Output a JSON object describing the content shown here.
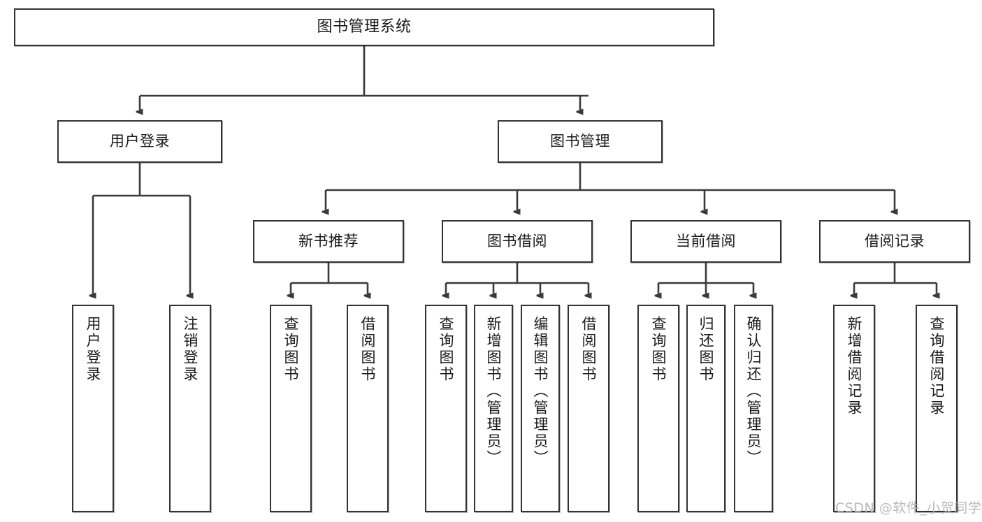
{
  "diagram": {
    "title": "图书管理系统",
    "type": "tree-hierarchy-chart",
    "root": {
      "label": "图书管理系统"
    },
    "level1": [
      {
        "label": "用户登录"
      },
      {
        "label": "图书管理"
      }
    ],
    "level2": [
      {
        "label": "新书推荐"
      },
      {
        "label": "图书借阅"
      },
      {
        "label": "当前借阅"
      },
      {
        "label": "借阅记录"
      }
    ],
    "leaves": {
      "user_login": [
        {
          "label": "用户登录"
        },
        {
          "label": "注销登录"
        }
      ],
      "new_book_recommend": [
        {
          "label": "查询图书"
        },
        {
          "label": "借阅图书"
        }
      ],
      "book_borrow": [
        {
          "label": "查询图书"
        },
        {
          "label": "新增图书（管理员）"
        },
        {
          "label": "编辑图书（管理员）"
        },
        {
          "label": "借阅图书"
        }
      ],
      "current_borrow": [
        {
          "label": "查询图书"
        },
        {
          "label": "归还图书"
        },
        {
          "label": "确认归还（管理员）"
        }
      ],
      "borrow_record": [
        {
          "label": "新增借阅记录"
        },
        {
          "label": "查询借阅记录"
        }
      ]
    }
  },
  "watermark": {
    "text": "CSDN @软件_小贺同学"
  },
  "colors": {
    "border": "#333333",
    "text": "#1a1a1a",
    "background": "#ffffff",
    "connector": "#3a3a3a",
    "watermark": "#b9b9b9"
  }
}
